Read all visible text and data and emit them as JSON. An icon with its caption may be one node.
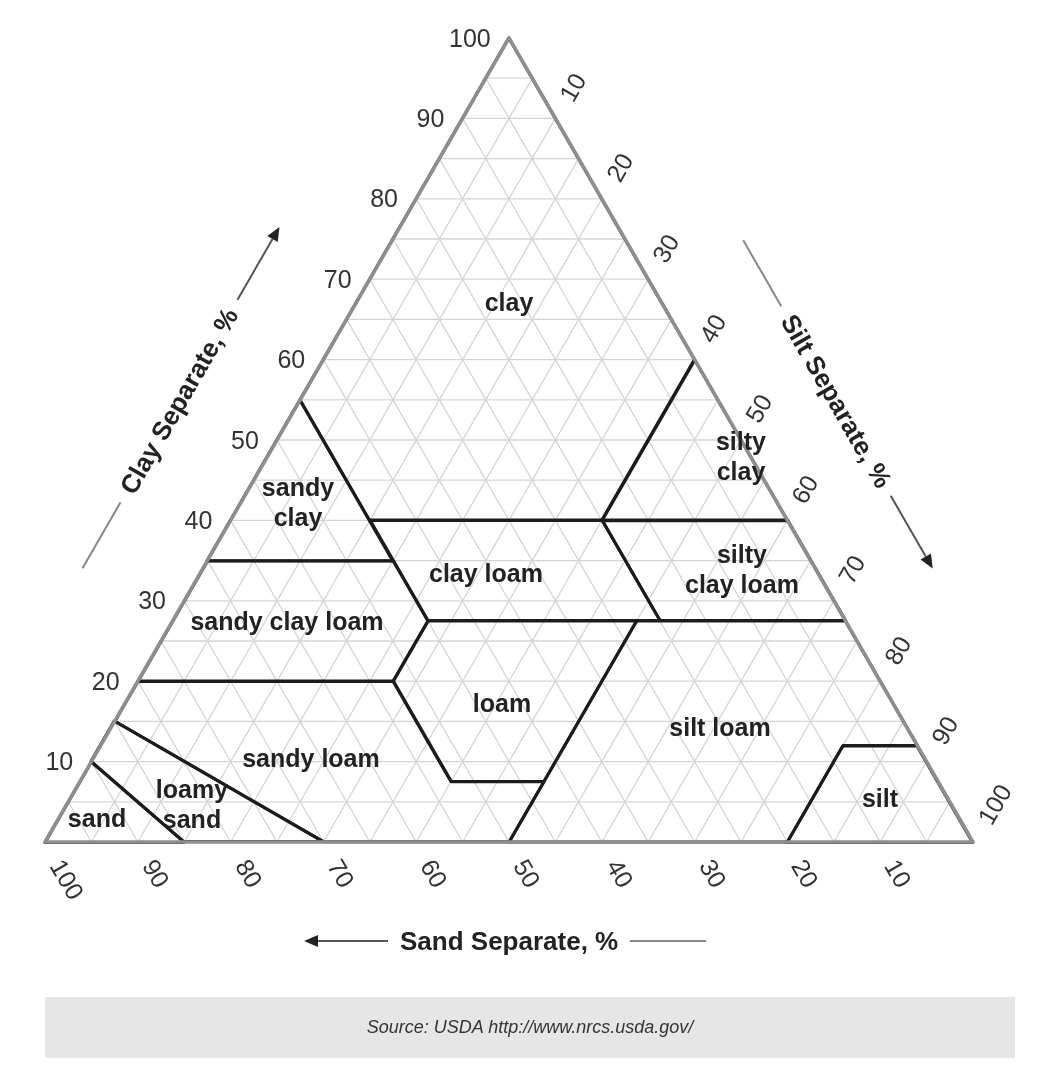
{
  "diagram": {
    "caption": "Source: USDA http://www.nrcs.usda.gov/",
    "nodes": [
      {
        "text": [
          "clay"
        ]
      },
      {
        "text": [
          "silty clay"
        ]
      },
      {
        "text": [
          "sandy clay"
        ]
      },
      {
        "text": [
          "clay loam"
        ]
      },
      {
        "text": [
          "silty clay loam"
        ]
      },
      {
        "text": [
          "sandy clay loam"
        ]
      },
      {
        "text": [
          "loam"
        ]
      },
      {
        "text": [
          "silt loam"
        ]
      },
      {
        "text": [
          "sandy loam"
        ]
      },
      {
        "text": [
          "sand"
        ]
      },
      {
        "text": [
          "loamy sand"
        ]
      },
      {
        "text": [
          "silt"
        ]
      }
    ],
    "labels": [
      "100",
      "90",
      "80",
      "70",
      "60",
      "50",
      "40",
      "30",
      "20",
      "10",
      "10",
      "20",
      "30",
      "40",
      "50",
      "60",
      "70",
      "80",
      "90",
      "100",
      "100",
      "90",
      "80",
      "70",
      "60",
      "50",
      "40",
      "30",
      "20",
      "10",
      "Clay Separate, %",
      "Silt Separate, %",
      "Sand Separate, %"
    ]
  }
}
